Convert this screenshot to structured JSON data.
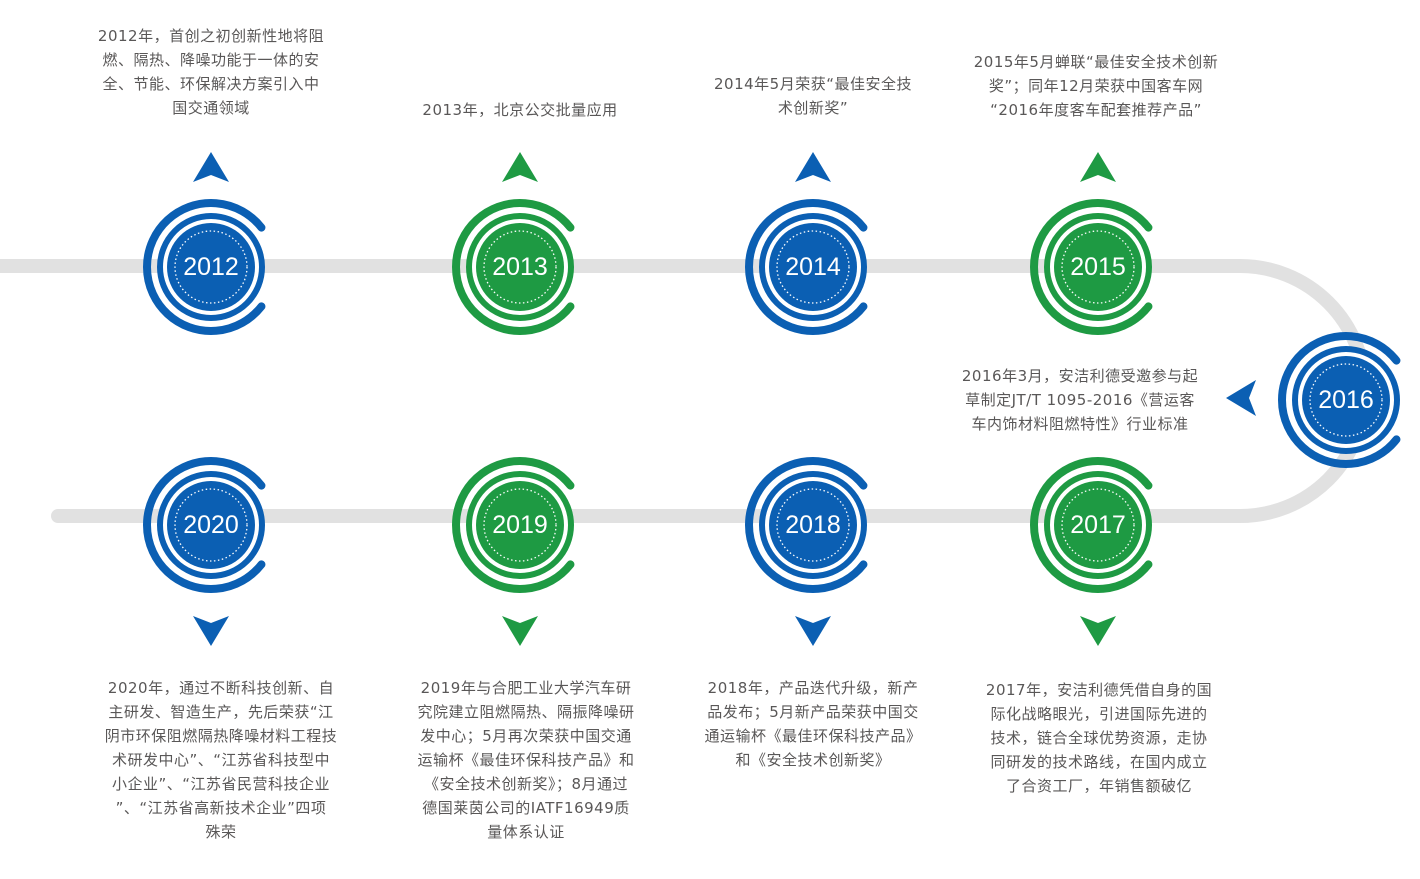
{
  "colors": {
    "blue": "#0b5fb3",
    "green": "#1e9a43",
    "track": "#e1e1e1",
    "text": "#595757"
  },
  "milestones": [
    {
      "year": "2012",
      "color": "blue",
      "text": "2012年，首创之初创新性地将阻\n燃、隔热、降噪功能于一体的安\n全、节能、环保解决方案引入中\n国交通领域"
    },
    {
      "year": "2013",
      "color": "green",
      "text": "2013年，北京公交批量应用"
    },
    {
      "year": "2014",
      "color": "blue",
      "text": "2014年5月荣获“最佳安全技\n术创新奖”"
    },
    {
      "year": "2015",
      "color": "green",
      "text": "2015年5月蝉联“最佳安全技术创新\n奖”；同年12月荣获中国客车网\n“2016年度客车配套推荐产品”"
    },
    {
      "year": "2016",
      "color": "blue",
      "text": "2016年3月，安洁利德受邀参与起\n草制定JT/T 1095-2016《营运客\n车内饰材料阻燃特性》行业标准"
    },
    {
      "year": "2017",
      "color": "green",
      "text": "2017年，安洁利德凭借自身的国\n际化战略眼光，引进国际先进的\n技术，链合全球优势资源，走协\n同研发的技术路线，在国内成立\n了合资工厂，年销售额破亿"
    },
    {
      "year": "2018",
      "color": "blue",
      "text": "2018年，产品迭代升级，新产\n品发布；5月新产品荣获中国交\n通运输杯《最佳环保科技产品》\n和《安全技术创新奖》"
    },
    {
      "year": "2019",
      "color": "green",
      "text": "2019年与合肥工业大学汽车研\n究院建立阻燃隔热、隔振降噪研\n发中心；5月再次荣获中国交通\n运输杯《最佳环保科技产品》和\n《安全技术创新奖》；8月通过\n德国莱茵公司的IATF16949质\n量体系认证"
    },
    {
      "year": "2020",
      "color": "blue",
      "text": "2020年，通过不断科技创新、自\n主研发、智造生产，先后荣获“江\n阴市环保阻燃隔热降噪材料工程技\n术研发中心”、“江苏省科技型中\n小企业”、“江苏省民营科技企业\n”、“江苏省高新技术企业”四项\n殊荣"
    }
  ]
}
